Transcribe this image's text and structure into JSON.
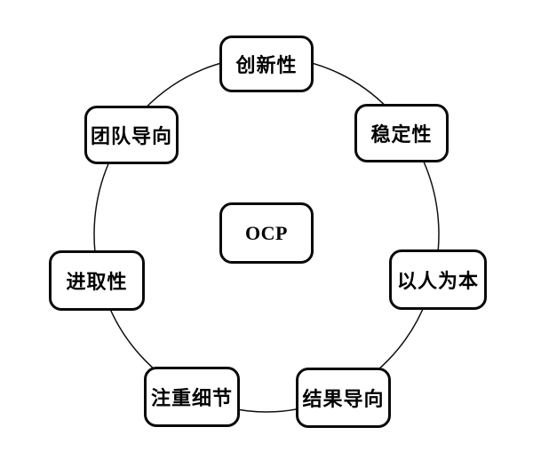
{
  "diagram": {
    "type": "circular-concept-diagram",
    "center": {
      "label": "OCP"
    },
    "nodes": [
      {
        "id": "innovation",
        "label": "创新性",
        "position": "top"
      },
      {
        "id": "stability",
        "label": "稳定性",
        "position": "upper-right"
      },
      {
        "id": "people-oriented",
        "label": "以人为本",
        "position": "right"
      },
      {
        "id": "result-oriented",
        "label": "结果导向",
        "position": "bottom-right"
      },
      {
        "id": "detail-oriented",
        "label": "注重细节",
        "position": "bottom-left"
      },
      {
        "id": "enterprising",
        "label": "进取性",
        "position": "left"
      },
      {
        "id": "team-oriented",
        "label": "团队导向",
        "position": "upper-left"
      }
    ],
    "colors": {
      "background": "#ffffff",
      "box_fill": "#ffffff",
      "box_border": "#0a0a0a",
      "connector_line": "#111111",
      "text": "#000000"
    }
  }
}
